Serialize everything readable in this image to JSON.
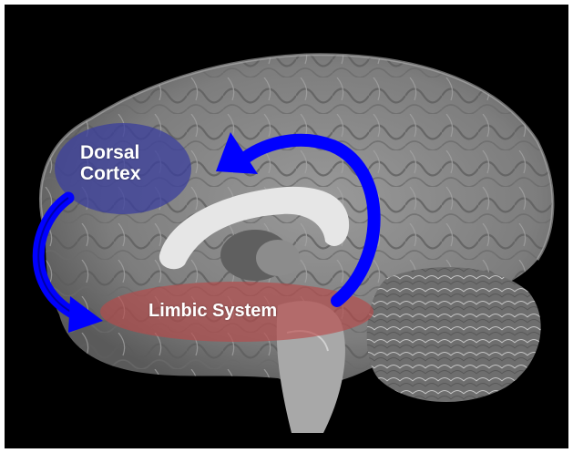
{
  "regions": {
    "dorsal_cortex": {
      "line1": "Dorsal",
      "line2": "Cortex",
      "color": "#3b3f9e"
    },
    "limbic_system": {
      "label": "Limbic System",
      "color": "#b94a4a"
    }
  },
  "colors": {
    "background": "#000000",
    "arrow": "#0000ff",
    "brain_tissue": "#8a8a8a",
    "white_matter": "#d9d9d9"
  },
  "icons": {
    "arrows": [
      "curved-arrow-icon",
      "curved-arrow-icon"
    ]
  }
}
